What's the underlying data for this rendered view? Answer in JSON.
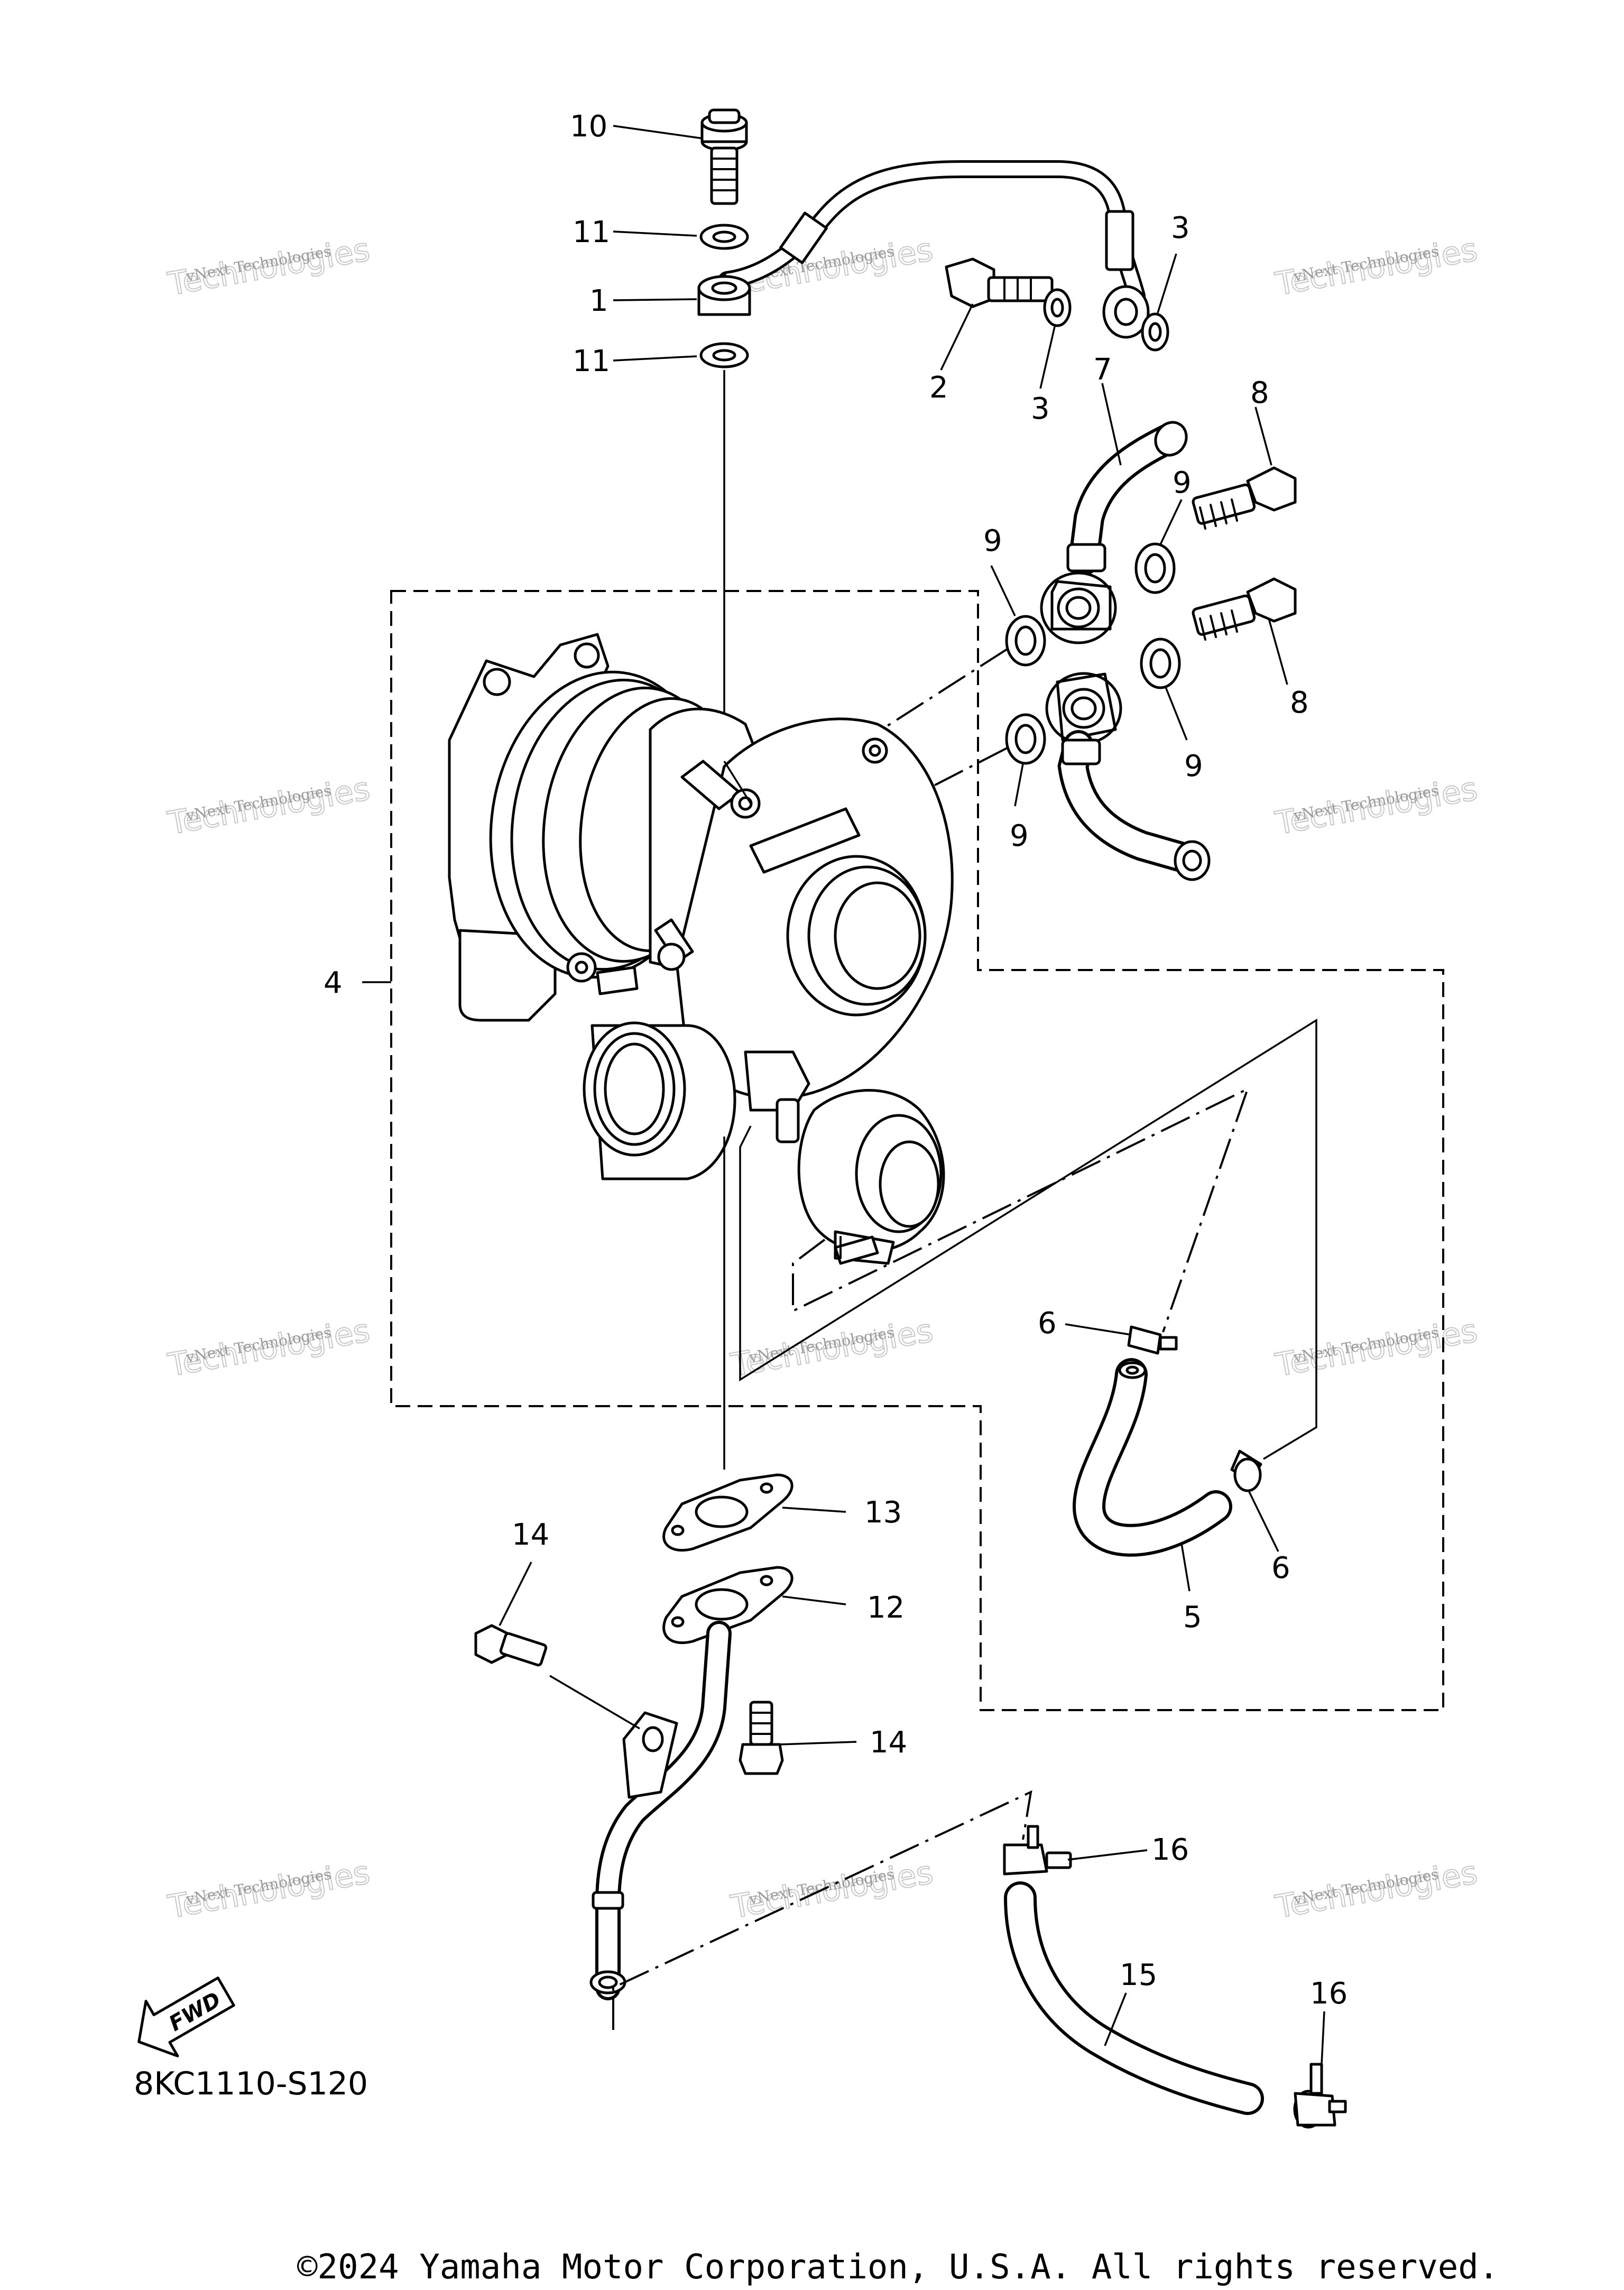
{
  "callouts": [
    {
      "id": "c10",
      "text": "10"
    },
    {
      "id": "c11a",
      "text": "11"
    },
    {
      "id": "c1",
      "text": "1"
    },
    {
      "id": "c11b",
      "text": "11"
    },
    {
      "id": "c2",
      "text": "2"
    },
    {
      "id": "c3a",
      "text": "3"
    },
    {
      "id": "c3b",
      "text": "3"
    },
    {
      "id": "c7",
      "text": "7"
    },
    {
      "id": "c8a",
      "text": "8"
    },
    {
      "id": "c8b",
      "text": "8"
    },
    {
      "id": "c9a",
      "text": "9"
    },
    {
      "id": "c9b",
      "text": "9"
    },
    {
      "id": "c9c",
      "text": "9"
    },
    {
      "id": "c9d",
      "text": "9"
    },
    {
      "id": "c4",
      "text": "4"
    },
    {
      "id": "c6a",
      "text": "6"
    },
    {
      "id": "c6b",
      "text": "6"
    },
    {
      "id": "c5",
      "text": "5"
    },
    {
      "id": "c13",
      "text": "13"
    },
    {
      "id": "c12",
      "text": "12"
    },
    {
      "id": "c14a",
      "text": "14"
    },
    {
      "id": "c14b",
      "text": "14"
    },
    {
      "id": "c16a",
      "text": "16"
    },
    {
      "id": "c16b",
      "text": "16"
    },
    {
      "id": "c15",
      "text": "15"
    }
  ],
  "fwd_badge": "FWD",
  "diagram_code": "8KC1110-S120",
  "copyright": "©2024 Yamaha Motor Corporation, U.S.A. All rights reserved.",
  "watermark": {
    "line1": "vNext Technologies",
    "line2": "Technologies"
  }
}
